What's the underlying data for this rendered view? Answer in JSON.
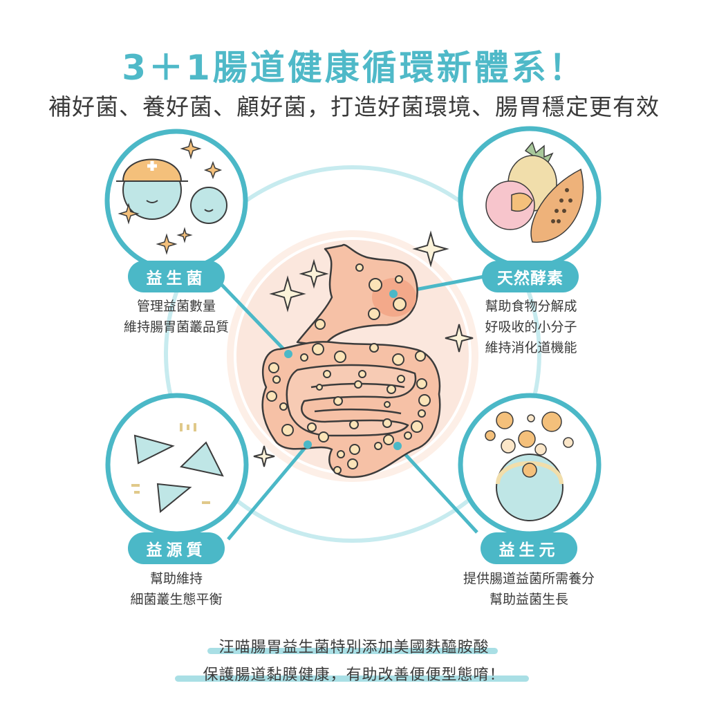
{
  "header": {
    "title": "3＋1腸道健康循環新體系！",
    "subtitle": "補好菌、養好菌、顧好菌，打造好菌環境、腸胃穩定更有效"
  },
  "colors": {
    "accent": "#4bb8c7",
    "outer_ring": "#c7ebef",
    "gut_glow": "#fbe3d8",
    "gut_fill": "#f5b99a",
    "bacteria": "#fbe4b8",
    "outline": "#3b3b3b",
    "highlight": "#a9dfe5"
  },
  "center": {
    "illustration": "digestive-system-illustration"
  },
  "sections": [
    {
      "id": "probiotics",
      "label": "益生菌",
      "lines": [
        "管理益菌數量",
        "維持腸胃菌叢品質"
      ],
      "illustration": "helmet-bacteria-characters"
    },
    {
      "id": "enzymes",
      "label": "天然酵素",
      "lines": [
        "幫助食物分解成",
        "好吸收的小分子",
        "維持消化道機能"
      ],
      "illustration": "pineapple-papaya-fruits"
    },
    {
      "id": "postbiotics",
      "label": "益源質",
      "lines": [
        "幫助維持",
        "細菌叢生態平衡"
      ],
      "illustration": "triangle-characters"
    },
    {
      "id": "prebiotics",
      "label": "益生元",
      "lines": [
        "提供腸道益菌所需養分",
        "幫助益菌生長"
      ],
      "illustration": "bacteria-eating-nutrients"
    }
  ],
  "footer": {
    "line1": "汪喵腸胃益生菌特別添加美國麩醯胺酸",
    "line2": "保護腸道黏膜健康，有助改善便便型態唷！"
  }
}
